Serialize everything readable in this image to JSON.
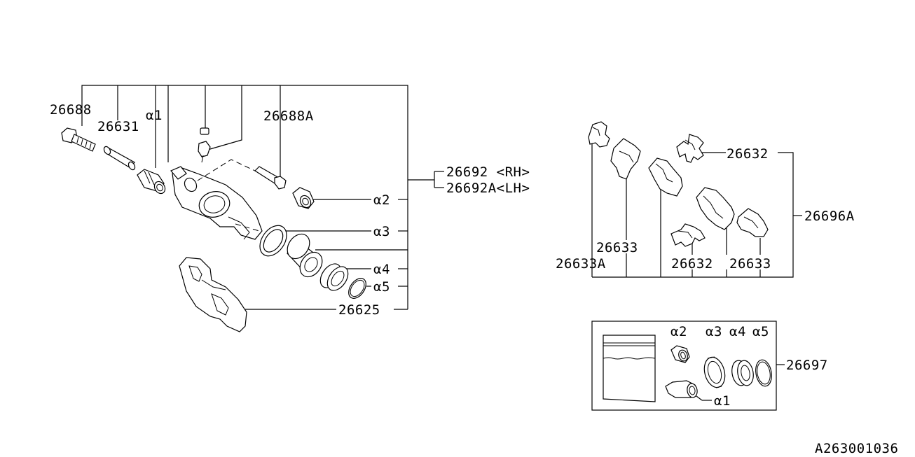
{
  "labels": {
    "p26688": "26688",
    "p26631": "26631",
    "a1_top": "α1",
    "p26688A": "26688A",
    "p26692": "26692 <RH>",
    "p26692A": "26692A<LH>",
    "a2": "α2",
    "a3": "α3",
    "a4": "α4",
    "a5": "α5",
    "p26625": "26625",
    "p26632_top": "26632",
    "p26696A": "26696A",
    "p26633_left": "26633",
    "p26633A": "26633A",
    "p26632_bottom": "26632",
    "p26633_right": "26633",
    "kit_a2": "α2",
    "kit_a3": "α3",
    "kit_a4": "α4",
    "kit_a5": "α5",
    "p26697": "26697",
    "kit_a1": "α1",
    "figure_id": "A263001036"
  }
}
